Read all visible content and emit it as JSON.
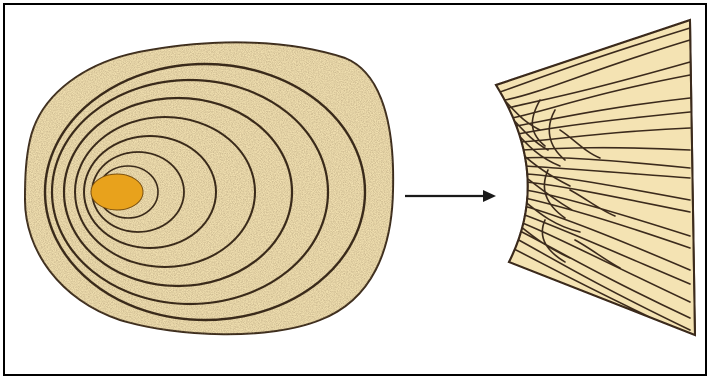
{
  "figure": {
    "left_panel": "cross-section-with-growth-rings",
    "arrow": "right-arrow",
    "right_panel": "fibrous-wedge-section"
  },
  "colors": {
    "background": "#ffffff",
    "border": "#000000",
    "tissue_fill": "#f4e3b3",
    "ring_line": "#3a2a1a",
    "stipple": "#5a4428",
    "core_fill": "#e8a21c",
    "fiber_line": "#3b2a1c",
    "arrow": "#1a1a1a"
  }
}
